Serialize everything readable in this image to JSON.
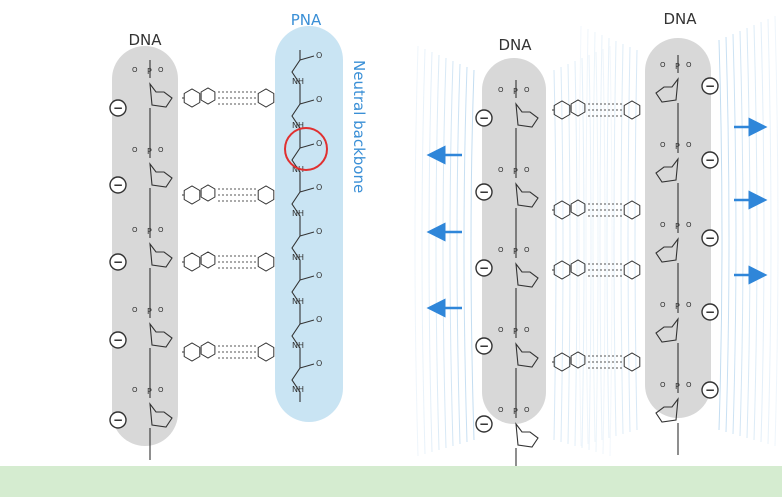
{
  "labels": {
    "left_dna": "DNA",
    "pna": "PNA",
    "backbone": "Neutral backbone",
    "right_dna_left": "DNA",
    "right_dna_right": "DNA"
  },
  "glyphs": {
    "charge": "−",
    "phosphate_o": "O",
    "pna_nh": "NH",
    "pna_o": "O"
  },
  "colors": {
    "page_border": "#d5ecd0",
    "dna_strand": "#d8d8d8",
    "pna_strand": "#c9e4f3",
    "pna_text": "#3a8fd6",
    "arrow": "#2f86d9",
    "highlight_circle": "#e03030",
    "field_lines": "#bcd9f0"
  }
}
